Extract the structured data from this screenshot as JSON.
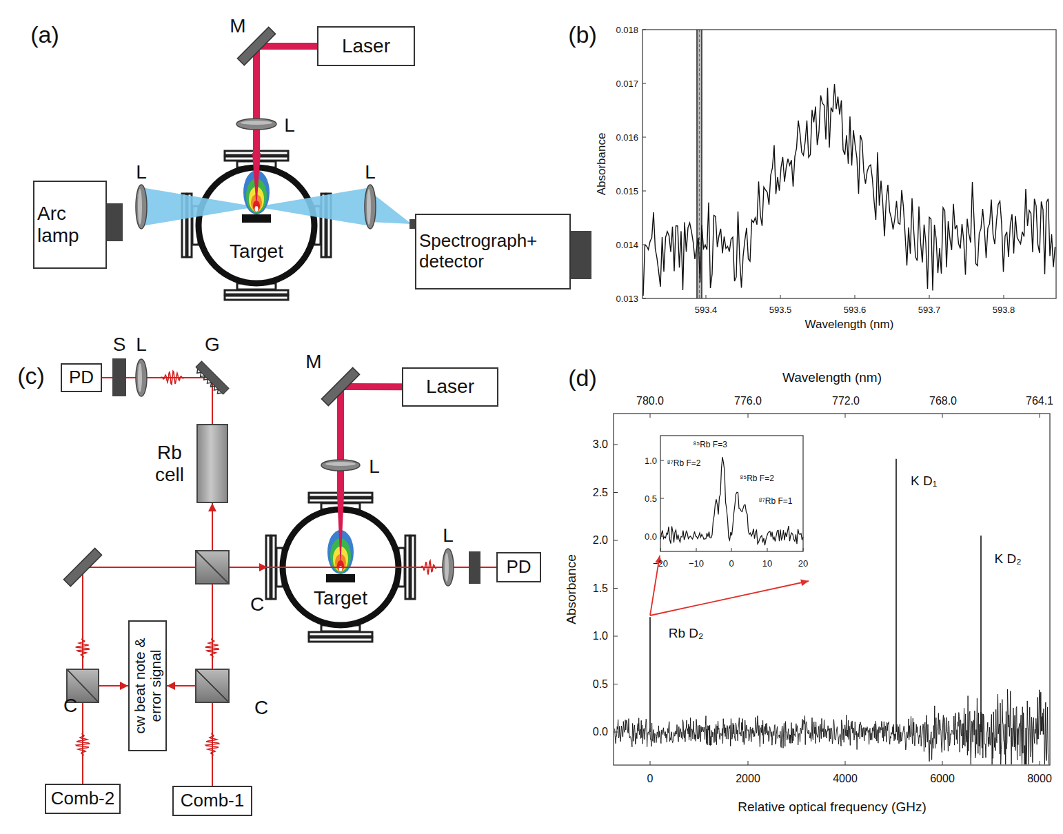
{
  "diagram": {
    "nodes": [
      {
        "text": [
          "Laser"
        ]
      },
      {
        "text": [
          "Arc lamp"
        ]
      },
      {
        "text": [
          "Target"
        ]
      },
      {
        "text": [
          "Spectrograph+ detector"
        ]
      },
      {
        "text": [
          "PD"
        ]
      },
      {
        "text": [
          "Rb cell"
        ]
      },
      {
        "text": [
          "Laser"
        ]
      },
      {
        "text": [
          "C"
        ]
      },
      {
        "text": [
          "Target"
        ]
      },
      {
        "text": [
          "PD"
        ]
      },
      {
        "text": [
          "C"
        ]
      },
      {
        "text": [
          "cw beat note & error signal"
        ]
      },
      {
        "text": [
          "C"
        ]
      },
      {
        "text": [
          "Comb-2"
        ]
      },
      {
        "text": [
          "Comb-1"
        ]
      }
    ],
    "edges": [
      {
        "from": 0,
        "to": 2,
        "arrow": "none"
      },
      {
        "from": 6,
        "to": 8,
        "arrow": "none"
      },
      {
        "from": 13,
        "to": 10,
        "arrow": "none"
      },
      {
        "from": 14,
        "to": 12,
        "arrow": "none"
      },
      {
        "from": 10,
        "to": 7,
        "arrow": "none"
      },
      {
        "from": 12,
        "to": 7,
        "arrow": "none"
      },
      {
        "from": 10,
        "to": 11,
        "arrow": "to"
      },
      {
        "from": 12,
        "to": 11,
        "arrow": "to"
      },
      {
        "from": 7,
        "to": 5,
        "arrow": "to"
      },
      {
        "from": 5,
        "to": 4,
        "arrow": "none"
      },
      {
        "from": 7,
        "to": 8,
        "arrow": "to"
      },
      {
        "from": 8,
        "to": 9,
        "arrow": "none"
      }
    ],
    "labels": [
      "(a)",
      "M",
      "L",
      "L",
      "L",
      "(b)",
      "0.018",
      "0.017",
      "0.016",
      "0.015",
      "0.014",
      "0.013",
      "593.4",
      "593.5",
      "593.6",
      "593.7",
      "593.8",
      "Absorbance",
      "Wavelength (nm)",
      "(c)",
      "S",
      "L",
      "G",
      "M",
      "L",
      "L",
      "(d)",
      "Wavelength (nm)",
      "780.0",
      "776.0",
      "772.0",
      "768.0",
      "764.1",
      "3.0",
      "2.5",
      "2.0",
      "1.5",
      "1.0",
      "0.5",
      "0.0",
      "0",
      "2000",
      "4000",
      "6000",
      "8000",
      "Relative optical frequency (GHz)",
      "Absorbance",
      "Rb D₂",
      "K D₁",
      "K D₂",
      "1.0",
      "0.5",
      "0.0",
      "−20",
      "−10",
      "0",
      "10",
      "20",
      "⁸⁵Rb F=3",
      "⁸⁷Rb F=2",
      "⁸⁵Rb F=2",
      "⁸⁷Rb F=1"
    ]
  }
}
